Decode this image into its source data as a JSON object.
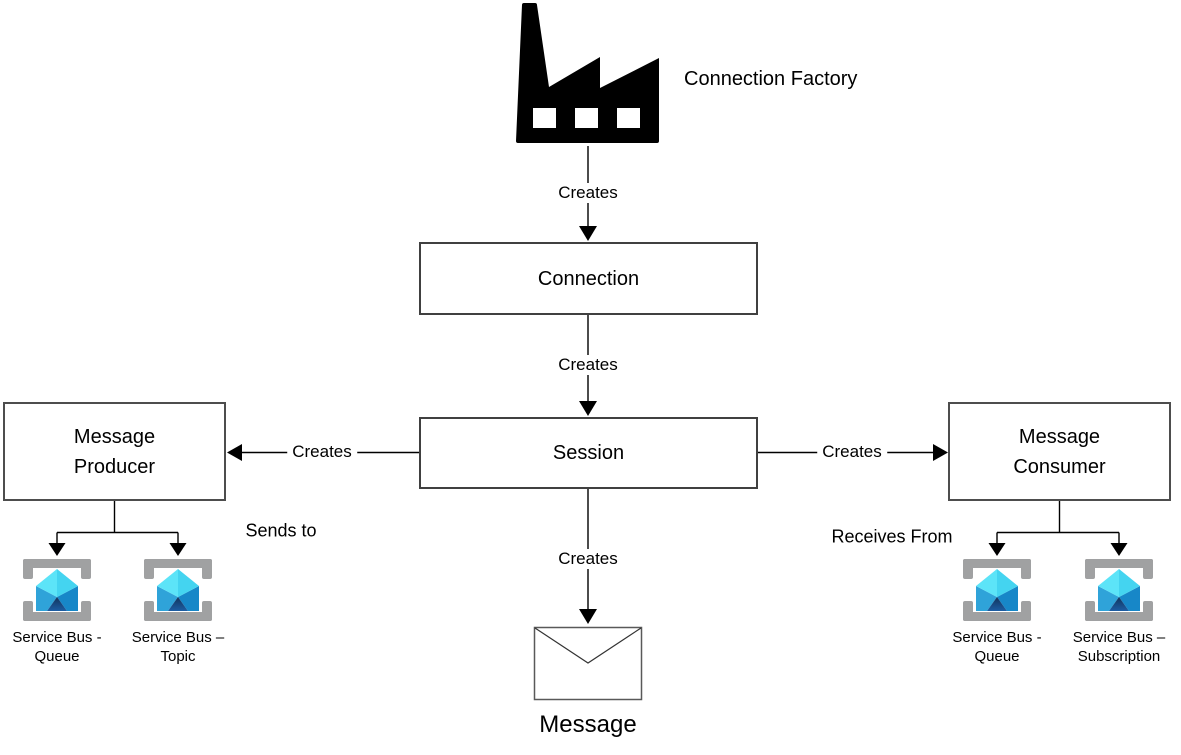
{
  "factory": {
    "label": "Connection Factory"
  },
  "nodes": {
    "connection": {
      "label": "Connection"
    },
    "session": {
      "label": "Session"
    },
    "producer": {
      "label": "Message\nProducer"
    },
    "consumer": {
      "label": "Message\nConsumer"
    },
    "message": {
      "label": "Message"
    }
  },
  "edges": {
    "factory_to_connection": {
      "label": "Creates"
    },
    "connection_to_session": {
      "label": "Creates"
    },
    "session_to_producer": {
      "label": "Creates"
    },
    "session_to_consumer": {
      "label": "Creates"
    },
    "session_to_message": {
      "label": "Creates"
    },
    "producer_to_targets": {
      "label": "Sends to"
    },
    "consumer_from_sources": {
      "label": "Receives From"
    }
  },
  "service_bus_targets": [
    {
      "label": "Service Bus -\nQueue"
    },
    {
      "label": "Service Bus –\nTopic"
    }
  ],
  "service_bus_sources": [
    {
      "label": "Service Bus -\nQueue"
    },
    {
      "label": "Service Bus –\nSubscription"
    }
  ],
  "icons": {
    "factory": "factory-icon",
    "service_bus": "service-bus-icon",
    "envelope": "envelope-icon"
  },
  "colors": {
    "line_black": "#000000",
    "box_border": "#4d4d4d",
    "factory_black": "#000000",
    "sb_bracket_gray": "#a0a1a2",
    "sb_flap_cyan_light": "#5ce4f8",
    "sb_flap_cyan_dark": "#44d4f0",
    "sb_left_blue": "#2fa3d9",
    "sb_right_blue": "#1787c8",
    "sb_navy_dark": "#12345c",
    "sb_navy_light": "#1c5da4"
  }
}
